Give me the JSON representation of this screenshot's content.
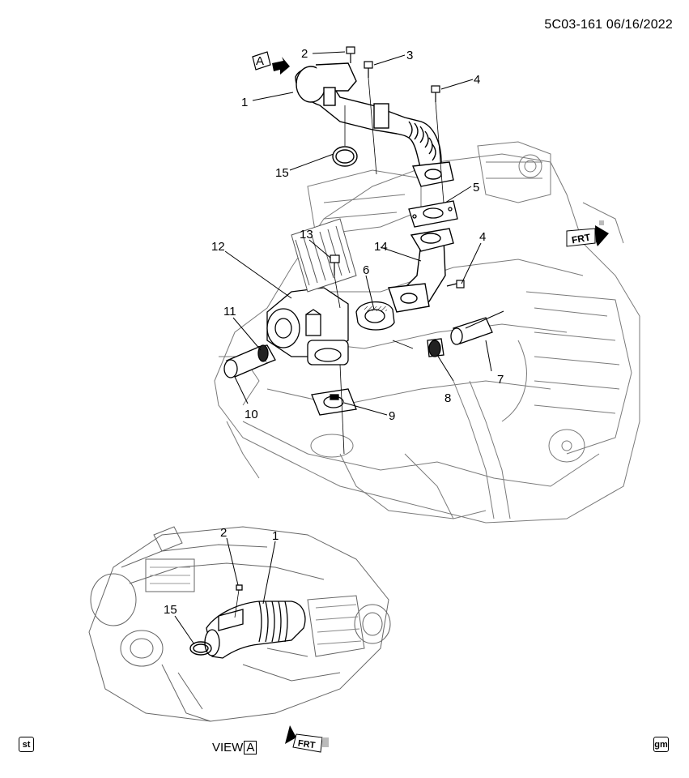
{
  "header": {
    "diagram_id": "5C03-161 06/16/2022"
  },
  "view_label": {
    "text": "VIEW",
    "ref": "A"
  },
  "view_marker": {
    "ref": "A"
  },
  "frt_label": "FRT",
  "corners": {
    "left": "st",
    "right": "gm"
  },
  "callouts": {
    "main": [
      "1",
      "2",
      "3",
      "4",
      "5",
      "6",
      "7",
      "8",
      "9",
      "10",
      "11",
      "12",
      "13",
      "14",
      "15",
      "4"
    ],
    "view": [
      "1",
      "2",
      "15"
    ]
  }
}
